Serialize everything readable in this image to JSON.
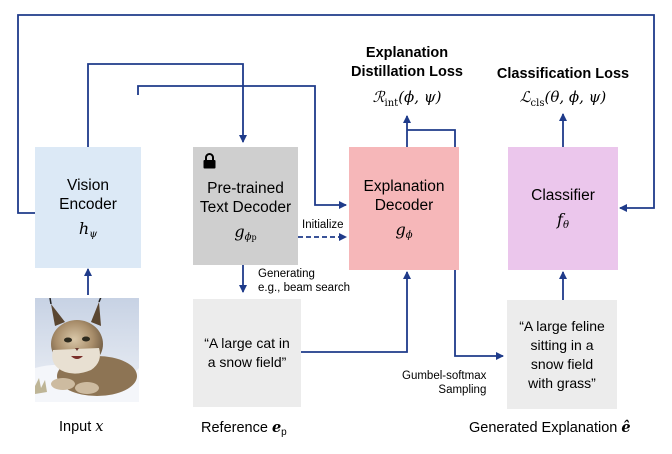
{
  "colors": {
    "arrow": "#1f3b8a",
    "vision": "#dce9f6",
    "textdecoder": "#cfcfcf",
    "explanation": "#f6b7b9",
    "classifier": "#ebc6ec",
    "textbox": "#ececec"
  },
  "boxes": {
    "vision": {
      "title": "Vision\nEncoder",
      "symbol": "h",
      "sub": "ψ"
    },
    "textdecoder": {
      "title": "Pre-trained\nText Decoder",
      "symbol": "g",
      "sub": "ϕ",
      "subsub": "p",
      "lock_icon": "lock-icon"
    },
    "explanation": {
      "title": "Explanation\nDecoder",
      "symbol": "g",
      "sub": "ϕ"
    },
    "classifier": {
      "title": "Classifier",
      "symbol": "f",
      "sub": "θ"
    },
    "reference_text": "“A large cat in\na snow field”",
    "generated_text": "“A large feline\nsitting in a\nsnow field\nwith grass”"
  },
  "losses": {
    "distill_title": "Explanation\nDistillation Loss",
    "distill_math": "ℛ",
    "distill_sub": "int",
    "distill_args": "(ϕ, ψ)",
    "cls_title": "Classification Loss",
    "cls_math": "ℒ",
    "cls_sub": "cls",
    "cls_args": "(θ, ϕ, ψ)"
  },
  "edge_labels": {
    "initialize": "Initialize",
    "generating": "Generating\ne.g., beam search",
    "gumbel": "Gumbel-softmax\nSampling"
  },
  "bottom_labels": {
    "input": "Input ",
    "input_var": "x",
    "reference": "Reference ",
    "reference_var": "e",
    "reference_sub": "p",
    "generated": "Generated Explanation ",
    "generated_var": "ê"
  }
}
